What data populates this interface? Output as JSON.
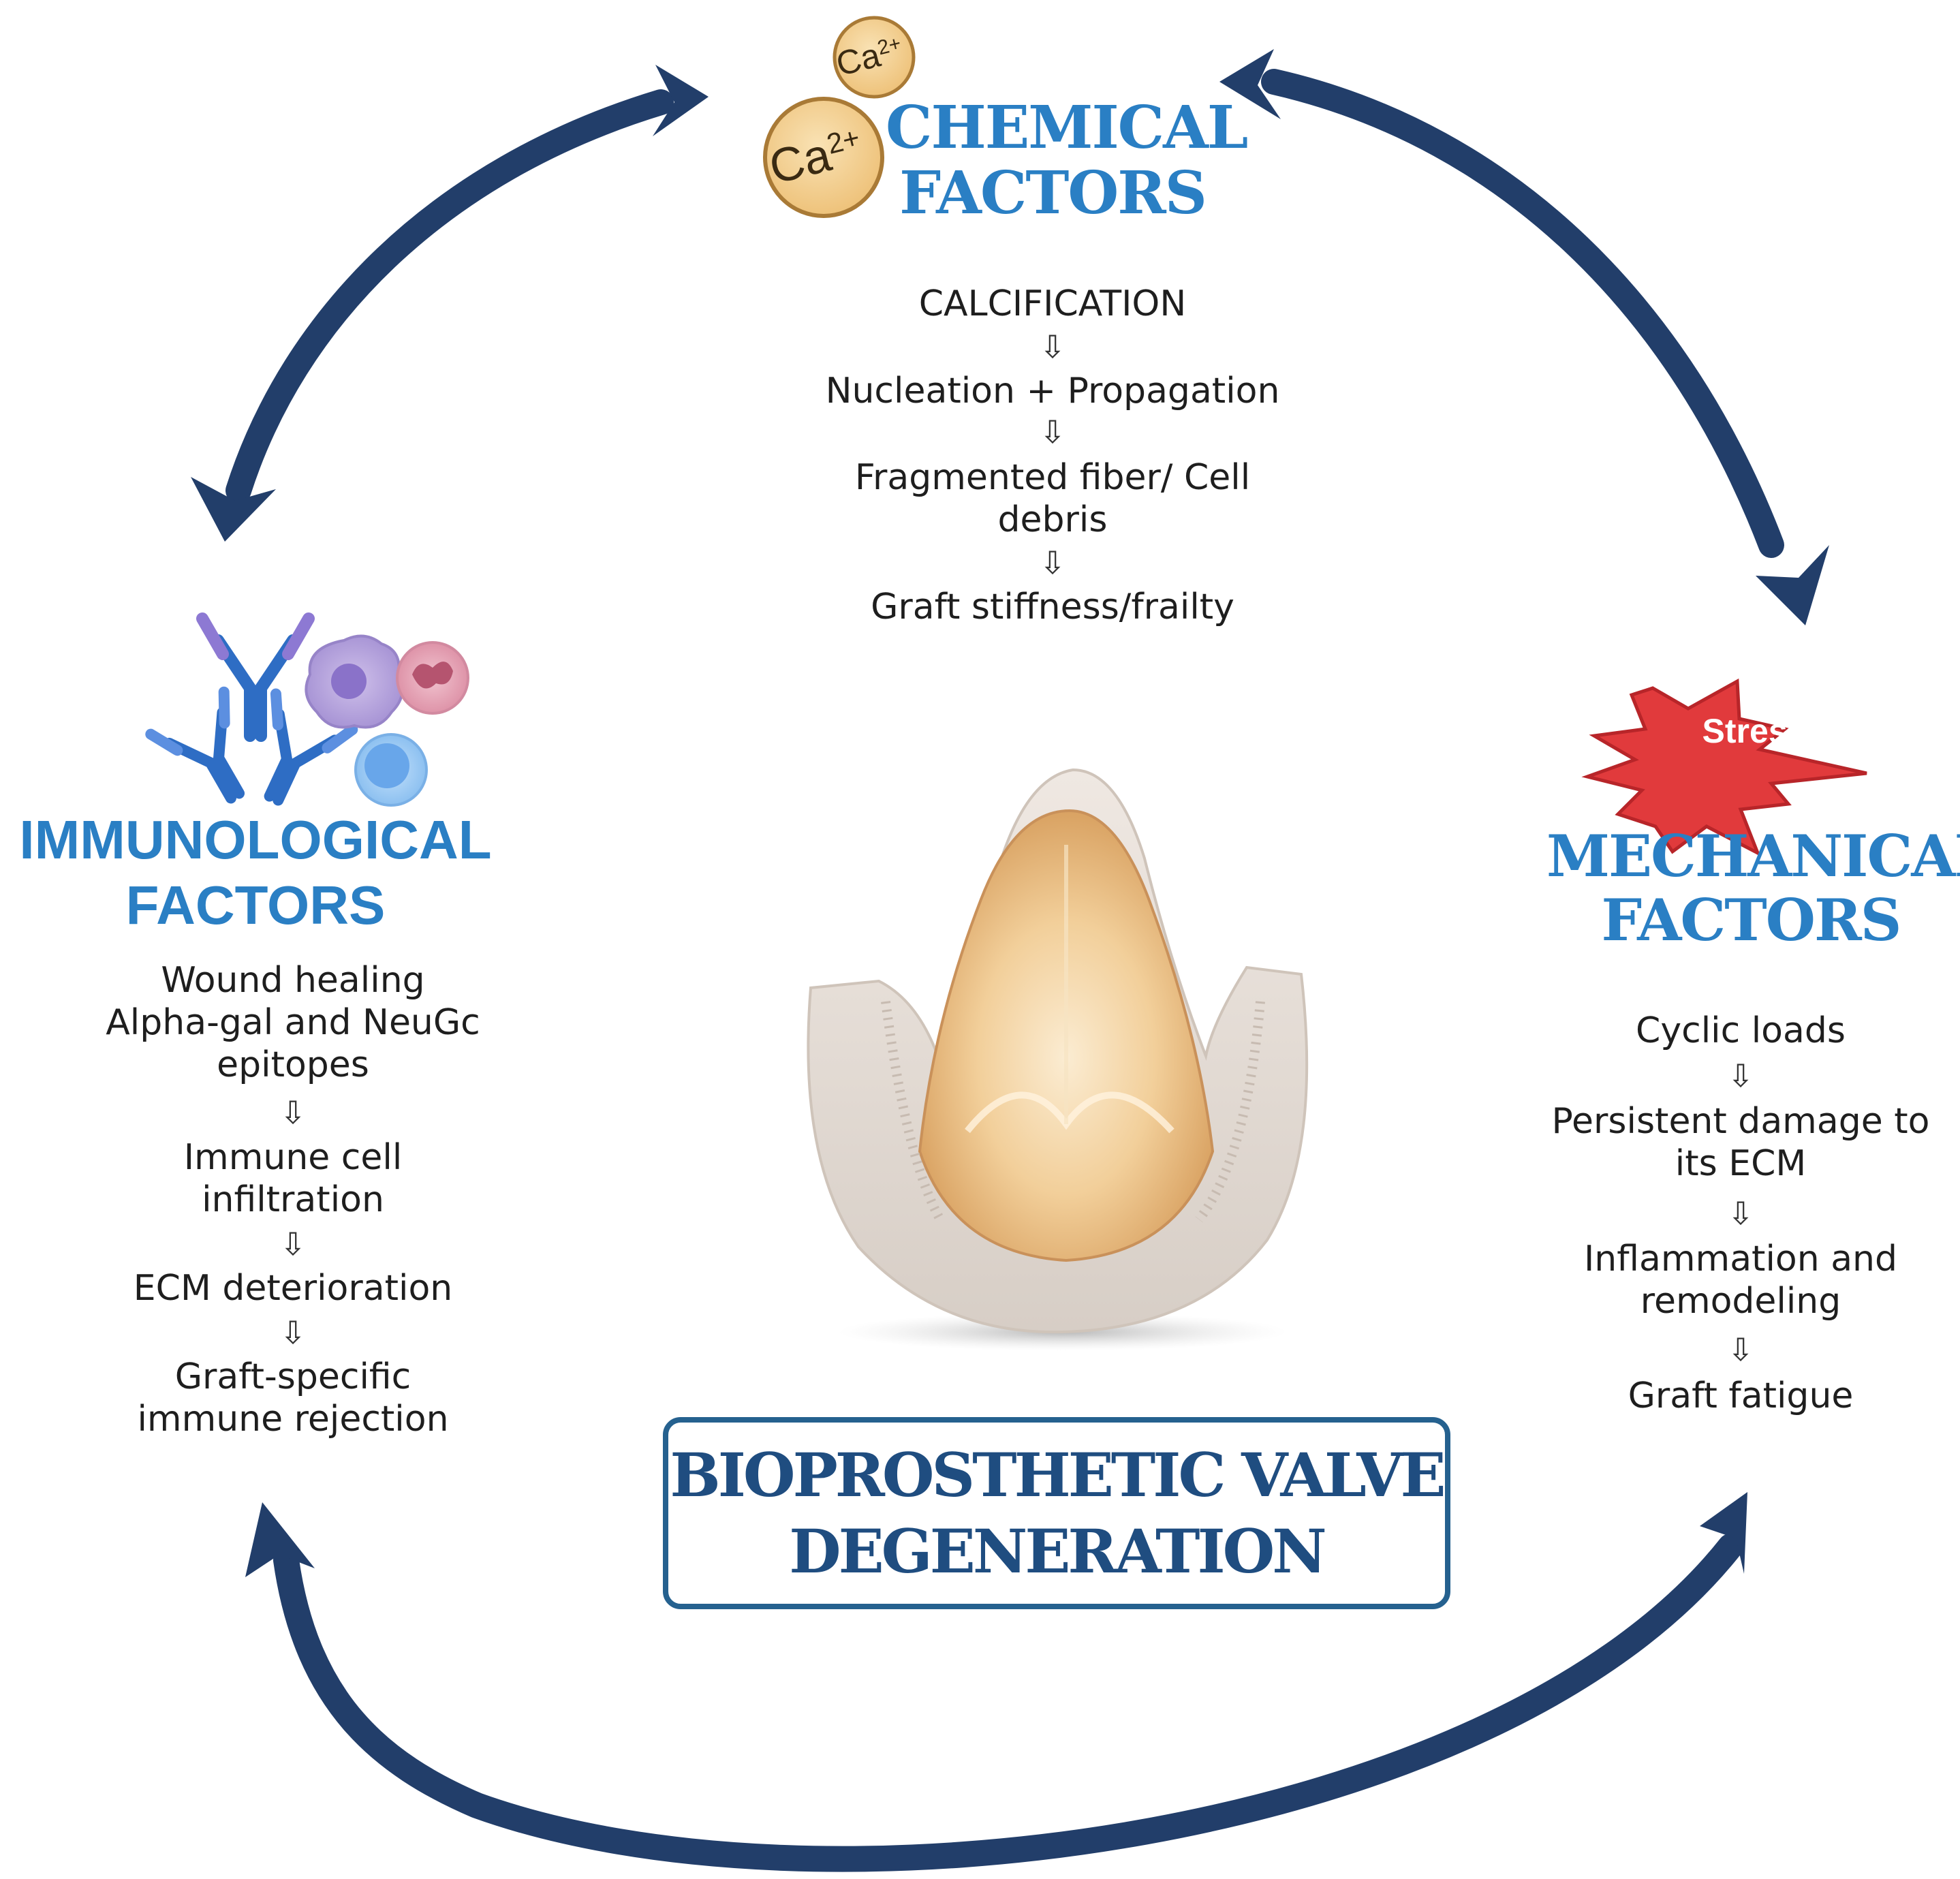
{
  "colors": {
    "cycle_arrow": "#223e6a",
    "heading_blue": "#2a7fc4",
    "title_border": "#25618f",
    "title_text": "#1f4d80",
    "stress_star": "#e13a3c",
    "calcium_fill": "#f3d08f"
  },
  "step_arrow_glyph": "⇩",
  "chemical": {
    "heading_line1": "CHEMICAL",
    "heading_line2": "FACTORS",
    "icon_labels": [
      "Ca2+",
      "Ca2+"
    ],
    "steps": [
      "CALCIFICATION",
      "Nucleation + Propagation",
      "Fragmented fiber/ Cell debris",
      "Graft stiffness/frailty"
    ]
  },
  "immunological": {
    "heading_line1": "IMMUNOLOGICAL",
    "heading_line2": "FACTORS",
    "icons": [
      "antibody-icon",
      "macrophage-icon",
      "neutrophil-icon",
      "lymphocyte-icon"
    ],
    "steps": [
      "Wound healing Alpha-gal and NeuGc epitopes",
      "Immune cell infiltration",
      "ECM deterioration",
      "Graft-specific immune rejection"
    ]
  },
  "mechanical": {
    "heading_line1": "MECHANICAL",
    "heading_line2": "FACTORS",
    "stress_label": "Stress",
    "steps": [
      "Cyclic loads",
      "Persistent damage to its ECM",
      "Inflammation and remodeling",
      "Graft fatigue"
    ]
  },
  "center": {
    "image": "bioprosthetic-valve-image",
    "title_line1": "BIOPROSTHETIC VALVE",
    "title_line2": "DEGENERATION"
  }
}
